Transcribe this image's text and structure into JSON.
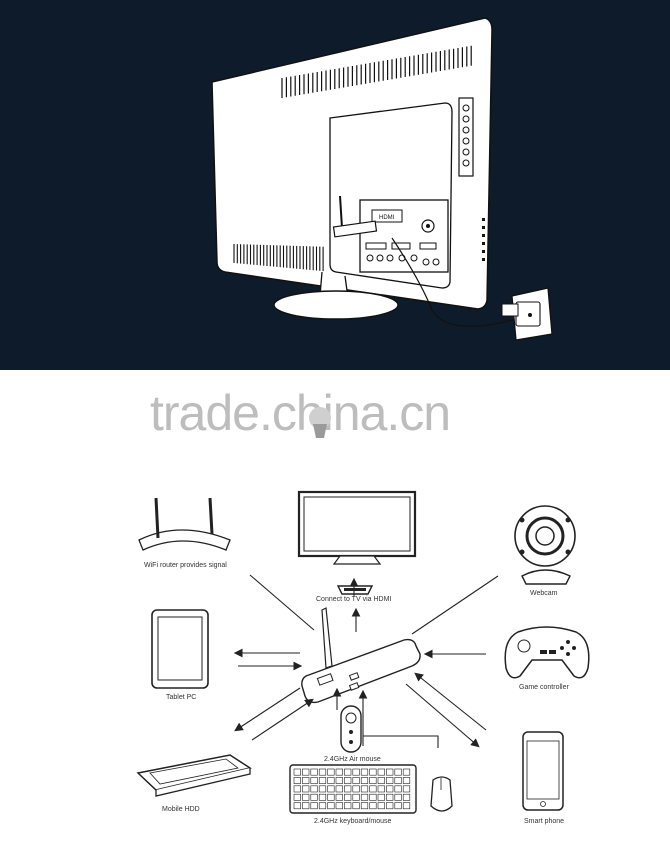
{
  "watermark": {
    "text": "trade.china.cn"
  },
  "tv_scene": {
    "hdmi_label": "HDMI"
  },
  "devices": {
    "router": "WiFi router provides signal",
    "tv": "Connect to TV via HDMI",
    "webcam": "Webcam",
    "tablet": "Tablet PC",
    "game_controller": "Game controller",
    "air_mouse": "2.4GHz Air mouse",
    "mobile_hdd": "Mobile HDD",
    "keyboard": "2.4GHz keyboard/mouse",
    "smartphone": "Smart phone"
  },
  "colors": {
    "top_background": "#0e1b2b",
    "line": "#222222",
    "watermark": "#bdbdbd"
  }
}
